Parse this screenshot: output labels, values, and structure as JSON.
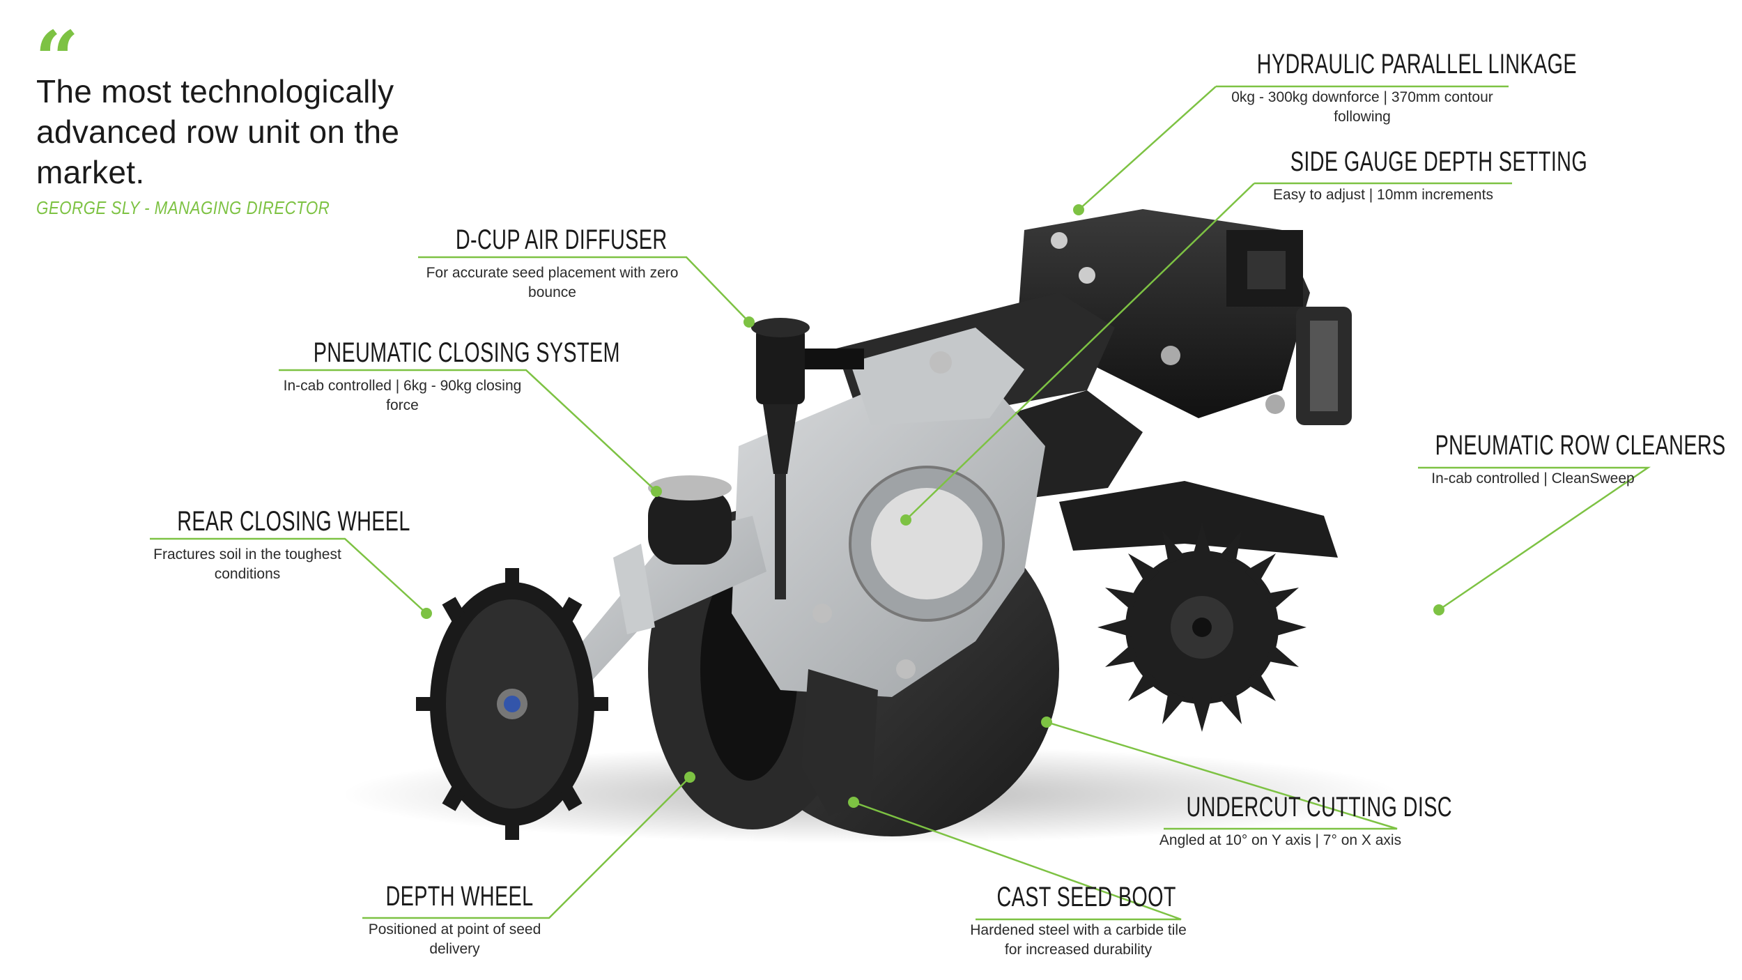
{
  "quote": {
    "mark": "“",
    "text": "The most technologically advanced row unit on the market.",
    "author": "GEORGE SLY - MANAGING DIRECTOR"
  },
  "colors": {
    "accent": "#7dc243",
    "text": "#1a1a1a",
    "metal_dark": "#1e1e1e",
    "metal_light": "#b9bcbe"
  },
  "callouts": {
    "hydraulic_linkage": {
      "title": "HYDRAULIC PARALLEL LINKAGE",
      "desc": "0kg - 300kg downforce | 370mm contour following"
    },
    "side_gauge": {
      "title": "SIDE GAUGE DEPTH SETTING",
      "desc": "Easy to adjust | 10mm increments"
    },
    "dcup_diffuser": {
      "title": "D-CUP AIR DIFFUSER",
      "desc": "For accurate seed placement with zero bounce"
    },
    "pneumatic_closing": {
      "title": "PNEUMATIC CLOSING SYSTEM",
      "desc": "In-cab controlled | 6kg - 90kg closing force"
    },
    "rear_closing_wheel": {
      "title": "REAR CLOSING WHEEL",
      "desc": "Fractures soil in the toughest conditions"
    },
    "row_cleaners": {
      "title": "PNEUMATIC ROW CLEANERS",
      "desc": "In-cab controlled | CleanSweep"
    },
    "undercut_disc": {
      "title": "UNDERCUT CUTTING DISC",
      "desc": "Angled at 10° on Y axis | 7° on X axis"
    },
    "depth_wheel": {
      "title": "DEPTH WHEEL",
      "desc": "Positioned at point of seed delivery"
    },
    "cast_seed_boot": {
      "title": "CAST SEED BOOT",
      "desc": "Hardened steel with a carbide tile for increased durability"
    }
  }
}
